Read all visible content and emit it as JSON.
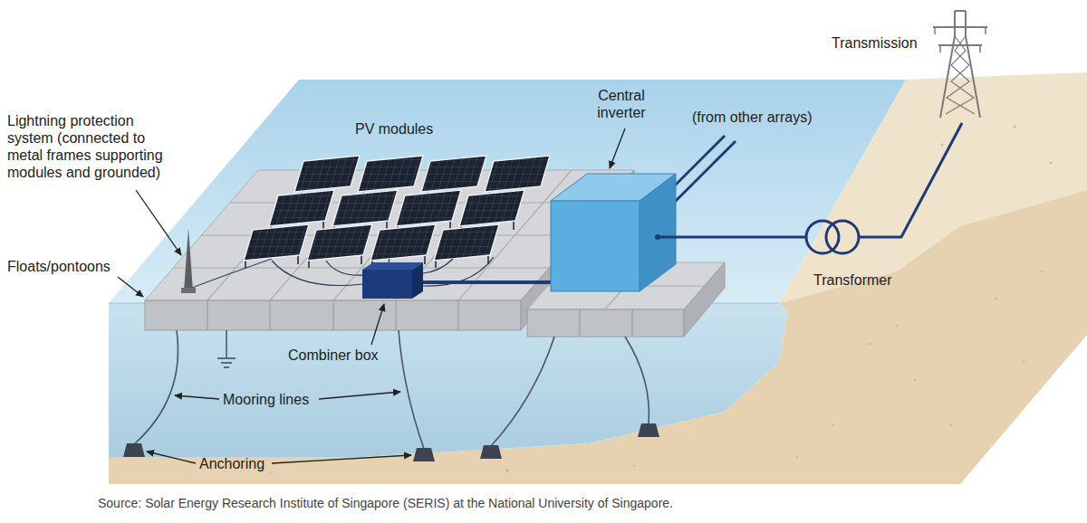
{
  "diagram": {
    "caption": "Source: Solar Energy Research Institute of Singapore (SERIS) at the National University of Singapore.",
    "labels": [
      "Transmission",
      "Central inverter",
      "Lightning protection system (connected to metal frames supporting modules and grounded)",
      "PV modules",
      "(from other arrays)",
      "Floats/pontoons",
      "Transformer",
      "Combiner box",
      "Mooring lines",
      "Anchoring"
    ]
  }
}
